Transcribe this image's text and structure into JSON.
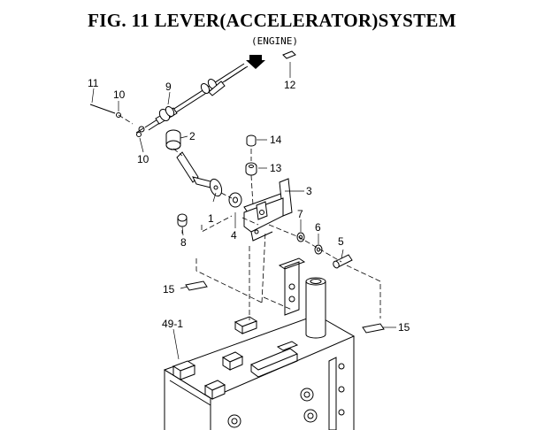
{
  "figure": {
    "title": "FIG. 11  LEVER(ACCELERATOR)SYSTEM",
    "subtitle": "(ENGINE)"
  },
  "parts": [
    {
      "ref": "1"
    },
    {
      "ref": "2"
    },
    {
      "ref": "3"
    },
    {
      "ref": "4"
    },
    {
      "ref": "5"
    },
    {
      "ref": "6"
    },
    {
      "ref": "7"
    },
    {
      "ref": "8"
    },
    {
      "ref": "9"
    },
    {
      "ref": "10"
    },
    {
      "ref": "10"
    },
    {
      "ref": "11"
    },
    {
      "ref": "12"
    },
    {
      "ref": "13"
    },
    {
      "ref": "14"
    },
    {
      "ref": "15"
    },
    {
      "ref": "15"
    },
    {
      "ref": "49-1"
    }
  ]
}
